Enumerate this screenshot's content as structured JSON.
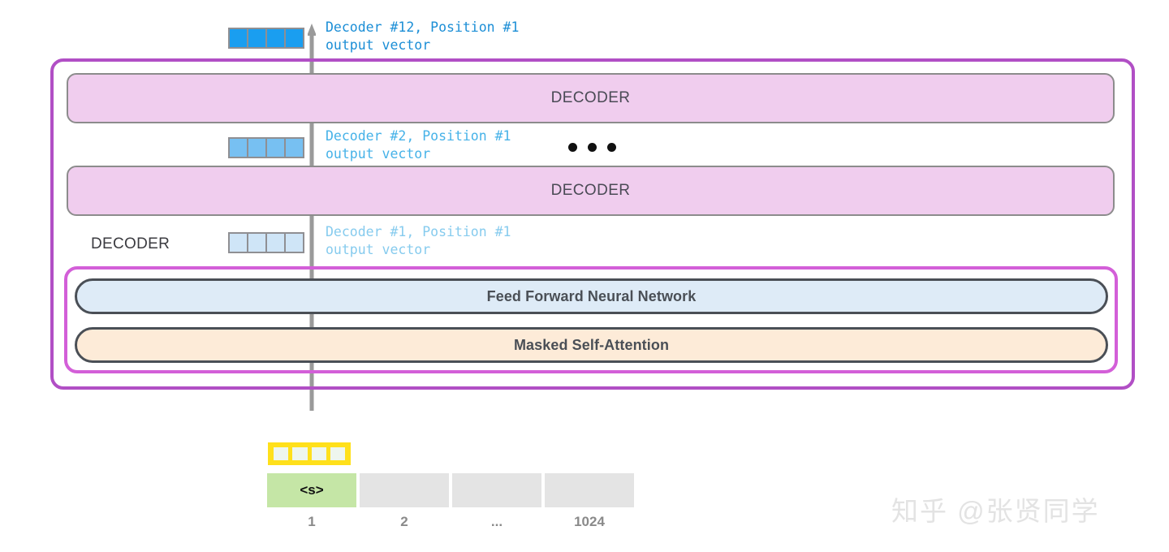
{
  "diagram": {
    "title": "GPT-2 decoder stack with position-1 token flow",
    "outer_container_color": "#b14fc5",
    "inner_container_color": "#d35fd8",
    "decoder_block_color": "#f0cdee"
  },
  "decoder_blocks": [
    {
      "label": "DECODER"
    },
    {
      "label": "DECODER"
    }
  ],
  "side_label": {
    "text": "DECODER"
  },
  "sublayers": [
    {
      "label": "Feed Forward Neural Network",
      "color": "#deebf7"
    },
    {
      "label": "Masked Self-Attention",
      "color": "#fdebd8"
    }
  ],
  "annotations": [
    {
      "line1": "Decoder #12, Position #1",
      "line2": "output vector",
      "color": "#1b8ed6"
    },
    {
      "line1": "Decoder #2, Position #1",
      "line2": "output vector",
      "color": "#46b2e8"
    },
    {
      "line1": "Decoder #1, Position #1",
      "line2": "output vector",
      "color": "#86cbee"
    }
  ],
  "vectors": [
    {
      "name": "decoder-12-output-vector",
      "cells": 4,
      "color": "#1a9ef0"
    },
    {
      "name": "decoder-2-output-vector",
      "cells": 4,
      "color": "#77c0f2"
    },
    {
      "name": "decoder-1-output-vector",
      "cells": 4,
      "color": "#cfe5f7"
    }
  ],
  "embedding_vector": {
    "cells": 4,
    "frame_color": "#ffe01b",
    "cell_color": "#eef6ee"
  },
  "ellipsis": {
    "dots": 3,
    "meaning": "additional decoder layers"
  },
  "tokens": [
    {
      "text": "<s>",
      "highlighted": true
    },
    {
      "text": "",
      "highlighted": false
    },
    {
      "text": "",
      "highlighted": false
    },
    {
      "text": "",
      "highlighted": false
    }
  ],
  "position_indices": [
    "1",
    "2",
    "...",
    "1024"
  ],
  "watermark": {
    "text": "知乎 @张贤同学"
  }
}
